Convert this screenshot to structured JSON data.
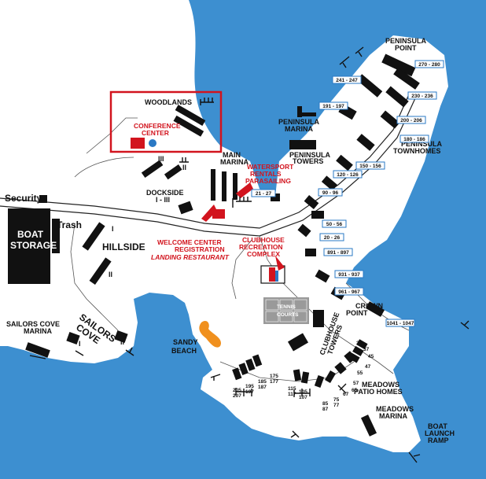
{
  "labels": {
    "peninsula_point": [
      "PENINSULA",
      "POINT"
    ],
    "peninsula_marina": [
      "PENINSULA",
      "MARINA"
    ],
    "peninsula_towers": [
      "PENINSULA",
      "TOWERS"
    ],
    "peninsula_townhomes": [
      "PENINSULA",
      "TOWNHOMES"
    ],
    "woodlands": "WOODLANDS",
    "conference_center": [
      "CONFERENCE",
      "CENTER"
    ],
    "main_marina": [
      "MAIN",
      "MARINA"
    ],
    "watersport": [
      "WATERSPORT",
      "RENTALS",
      "PARASAILING"
    ],
    "dockside": [
      "DOCKSIDE",
      "I - III"
    ],
    "security": "Security",
    "trash": "Trash",
    "boat_storage": [
      "BOAT",
      "STORAGE"
    ],
    "hillside": "HILLSIDE",
    "welcome_center": [
      "WELCOME CENTER",
      "REGISTRATION"
    ],
    "landing_restaurant": "LANDING RESTAURANT",
    "clubhouse": [
      "CLUBHOUSE",
      "RECREATION",
      "COMPLEX"
    ],
    "tennis_courts": [
      "TENNIS",
      "COURTS"
    ],
    "crown_point": [
      "CROWN",
      "POINT"
    ],
    "clubhouse_towers": [
      "CLUBHOUSE",
      "TOWERS"
    ],
    "sailors_cove_marina": [
      "SAILORS COVE",
      "MARINA"
    ],
    "sailors_cove": [
      "SAILORS",
      "COVE"
    ],
    "sandy_beach": [
      "SANDY",
      "BEACH"
    ],
    "meadows_patio_homes": [
      "MEADOWS",
      "PATIO HOMES"
    ],
    "meadows_marina": [
      "MEADOWS",
      "MARINA"
    ],
    "boat_launch_ramp": [
      "BOAT",
      "LAUNCH",
      "RAMP"
    ]
  },
  "roman": {
    "woodlands_iii": "III",
    "woodlands_ii": "II",
    "dockside_i": "I",
    "hillside_i": "I",
    "hillside_ii": "II",
    "sailors_i": "I",
    "sailors_ii": "II"
  },
  "unit_boxes": [
    "270 - 280",
    "241 - 247",
    "230 - 236",
    "191 - 197",
    "200 - 206",
    "180 - 186",
    "150 - 156",
    "120 - 126",
    "90 - 96",
    "21 - 27",
    "50 - 56",
    "20 - 26",
    "891 - 897",
    "931 - 937",
    "961 - 967",
    "1041 - 1047"
  ],
  "unit_numbers": {
    "patio_left": [
      "175",
      "177",
      "185",
      "187",
      "195",
      "197",
      "205",
      "207"
    ],
    "patio_mid": [
      "115",
      "117",
      "105",
      "107",
      "85",
      "87",
      "75",
      "77"
    ],
    "patio_right": [
      "35",
      "37",
      "45",
      "47",
      "55",
      "57",
      "65",
      "67"
    ]
  },
  "colors": {
    "water": "#3d8fd0",
    "land": "#ffffff",
    "building": "#111111",
    "accent_red": "#d2141e",
    "highlight": "#d2141e",
    "beach": "#f0901e",
    "tennis": "#9a9a9a"
  }
}
